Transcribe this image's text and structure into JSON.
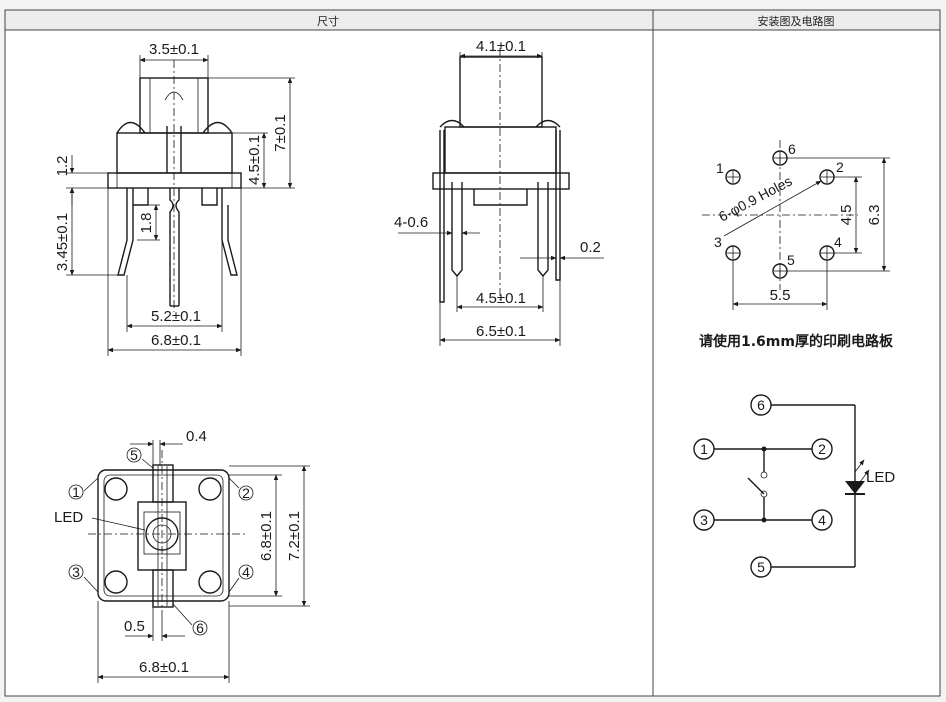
{
  "headers": {
    "left": "尺寸",
    "right": "安装图及电路图"
  },
  "side_view_1": {
    "top_width": "3.5±0.1",
    "height_total": "7±0.1",
    "height_body": "4.5±0.1",
    "flange": "1.2",
    "pin_length": "3.45±0.1",
    "pin_bend": "1.8",
    "pin_spacing": "5.2±0.1",
    "total_width": "6.8±0.1"
  },
  "side_view_2": {
    "top_width": "4.1±0.1",
    "pin_width": "4-0.6",
    "pin_thickness": "0.2",
    "pin_spacing": "4.5±0.1",
    "total_width": "6.5±0.1"
  },
  "top_view": {
    "gap": "0.4",
    "led_label": "LED",
    "inner_height": "6.8±0.1",
    "outer_height": "7.2±0.1",
    "small_offset": "0.5",
    "width": "6.8±0.1",
    "pins": [
      "1",
      "2",
      "3",
      "4",
      "5",
      "6"
    ]
  },
  "pcb_layout": {
    "holes_label": "6-φ0.9 Holes",
    "pins": [
      "1",
      "2",
      "3",
      "4",
      "5",
      "6"
    ],
    "height_inner": "4.5",
    "height_outer": "6.3",
    "width": "5.5",
    "caption": "请使用1.6mm厚的印刷电路板"
  },
  "circuit": {
    "nodes": [
      "1",
      "2",
      "3",
      "4",
      "5",
      "6"
    ],
    "led_label": "LED"
  }
}
